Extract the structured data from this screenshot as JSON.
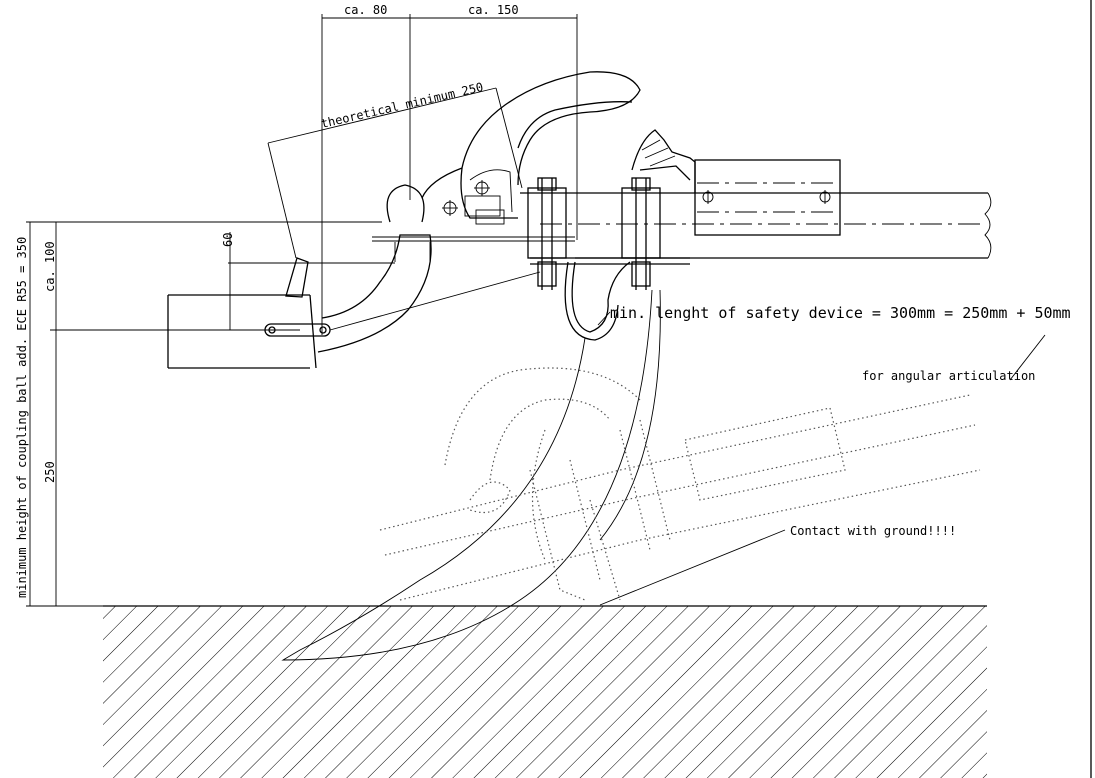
{
  "dimensions": {
    "ca_80": "ca. 80",
    "ca_150": "ca. 150",
    "theoretical_minimum": "theoretical minimum 250",
    "d60": "60",
    "ca_100": "ca. 100",
    "d250": "250",
    "min_height": "minimum height of coupling ball add. ECE R55 = 350"
  },
  "annotations": {
    "safety_device": "min. lenght of safety device = 300mm = 250mm + 50mm",
    "angular": "for angular articulation",
    "ground_contact": "Contact with ground!!!!"
  }
}
